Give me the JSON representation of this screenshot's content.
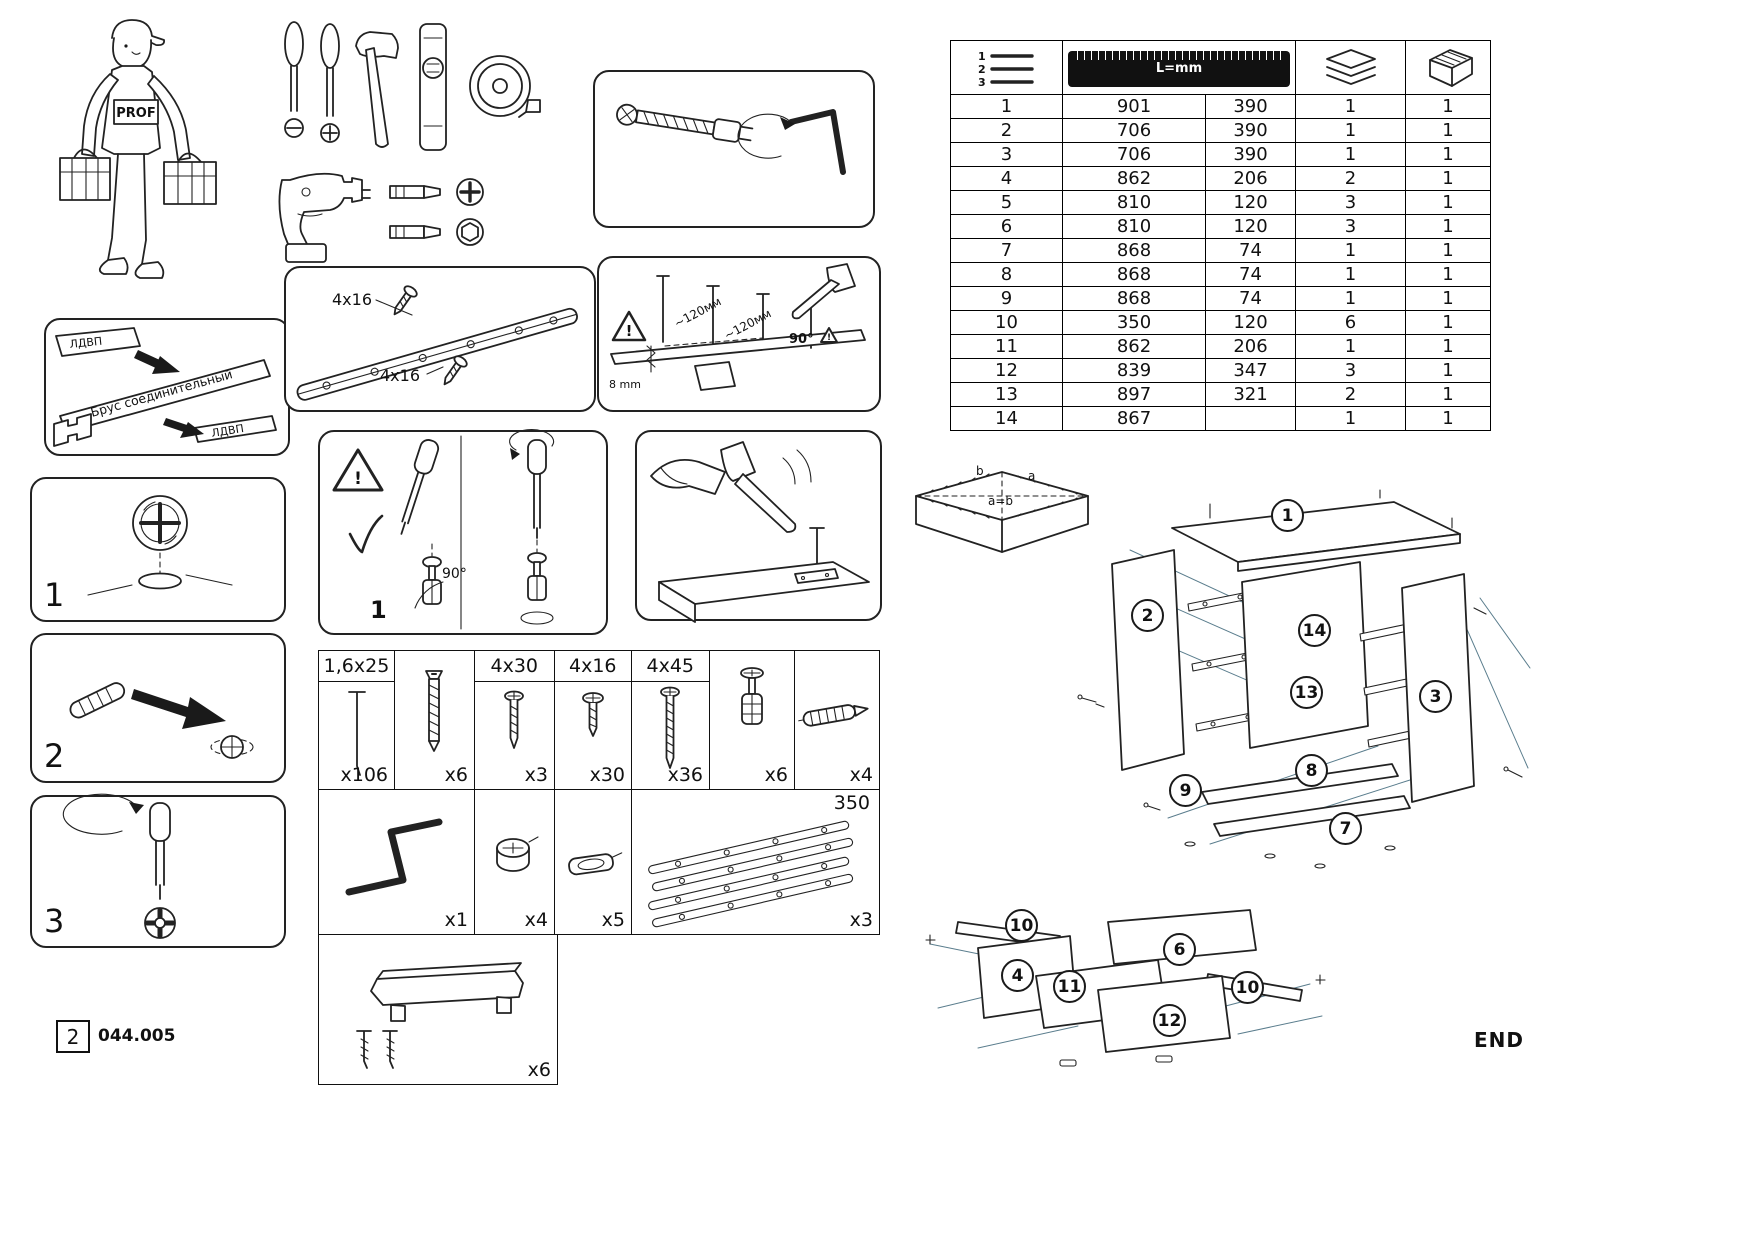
{
  "colors": {
    "ink": "#1a1a1a",
    "guide_line": "#5a7d8d",
    "paper": "#ffffff"
  },
  "page": {
    "page_number": "2",
    "doc_number": "044.005",
    "end_label": "END"
  },
  "worker": {
    "vest_label": "PROF"
  },
  "connector_panel": {
    "board_label_top": "ЛДВП",
    "bar_label": "Брус соединительный",
    "board_label_bottom": "ЛДВП"
  },
  "slide_panel": {
    "screw_label_top": "4x16",
    "screw_label_bottom": "4x16"
  },
  "nailing_panel": {
    "spacing_label_1": "~120мм",
    "spacing_label_2": "~120мм",
    "angle_label": "90°",
    "drill_label": "8 mm",
    "warning_mark": "!"
  },
  "step_panels": {
    "step1": "1",
    "step2": "2",
    "step3": "3"
  },
  "cam_screw_panel": {
    "step": "1",
    "angle_label": "90°",
    "warning_mark": "!"
  },
  "hardware_table": {
    "row1": [
      {
        "icon": "nail-icon",
        "header": "1,6x25",
        "count": "x106"
      },
      {
        "icon": "confirmat-screw-icon",
        "header": "",
        "count": "x6"
      },
      {
        "icon": "wood-screw-icon",
        "header": "4x30",
        "count": "x3"
      },
      {
        "icon": "wood-screw-icon",
        "header": "4x16",
        "count": "x30"
      },
      {
        "icon": "wood-screw-icon",
        "header": "4x45",
        "count": "x36"
      },
      {
        "icon": "cam-bolt-icon",
        "header": "",
        "count": "x6"
      },
      {
        "icon": "wall-plug-icon",
        "header": "",
        "count": "x4"
      }
    ],
    "row2": [
      {
        "icon": "hex-key-icon",
        "count": "x1"
      },
      {
        "icon": "cam-lock-icon",
        "count": "x4"
      },
      {
        "icon": "clip-icon",
        "count": "x5"
      },
      {
        "icon": "drawer-slides-icon",
        "length_label": "350",
        "count": "x3"
      }
    ],
    "row3": [
      {
        "icon": "handle-icon",
        "count": "x6"
      }
    ]
  },
  "parts_table": {
    "header": {
      "list_icon_numbers": [
        "1",
        "2",
        "3"
      ],
      "ruler_label": "L=mm"
    },
    "rows": [
      {
        "num": "1",
        "len1": "901",
        "len2": "390",
        "qty": "1",
        "pkg": "1"
      },
      {
        "num": "2",
        "len1": "706",
        "len2": "390",
        "qty": "1",
        "pkg": "1"
      },
      {
        "num": "3",
        "len1": "706",
        "len2": "390",
        "qty": "1",
        "pkg": "1"
      },
      {
        "num": "4",
        "len1": "862",
        "len2": "206",
        "qty": "2",
        "pkg": "1"
      },
      {
        "num": "5",
        "len1": "810",
        "len2": "120",
        "qty": "3",
        "pkg": "1"
      },
      {
        "num": "6",
        "len1": "810",
        "len2": "120",
        "qty": "3",
        "pkg": "1"
      },
      {
        "num": "7",
        "len1": "868",
        "len2": "74",
        "qty": "1",
        "pkg": "1"
      },
      {
        "num": "8",
        "len1": "868",
        "len2": "74",
        "qty": "1",
        "pkg": "1"
      },
      {
        "num": "9",
        "len1": "868",
        "len2": "74",
        "qty": "1",
        "pkg": "1"
      },
      {
        "num": "10",
        "len1": "350",
        "len2": "120",
        "qty": "6",
        "pkg": "1"
      },
      {
        "num": "11",
        "len1": "862",
        "len2": "206",
        "qty": "1",
        "pkg": "1"
      },
      {
        "num": "12",
        "len1": "839",
        "len2": "347",
        "qty": "3",
        "pkg": "1"
      },
      {
        "num": "13",
        "len1": "897",
        "len2": "321",
        "qty": "2",
        "pkg": "1"
      },
      {
        "num": "14",
        "len1": "867",
        "len2": "",
        "qty": "1",
        "pkg": "1"
      }
    ]
  },
  "box_check": {
    "label_a": "a",
    "label_b": "b",
    "label_eq": "a=b"
  },
  "exploded_main": {
    "callouts": [
      "1",
      "2",
      "14",
      "13",
      "3",
      "8",
      "9",
      "7"
    ]
  },
  "exploded_drawer": {
    "callouts": [
      "10",
      "6",
      "4",
      "11",
      "10",
      "12"
    ]
  }
}
